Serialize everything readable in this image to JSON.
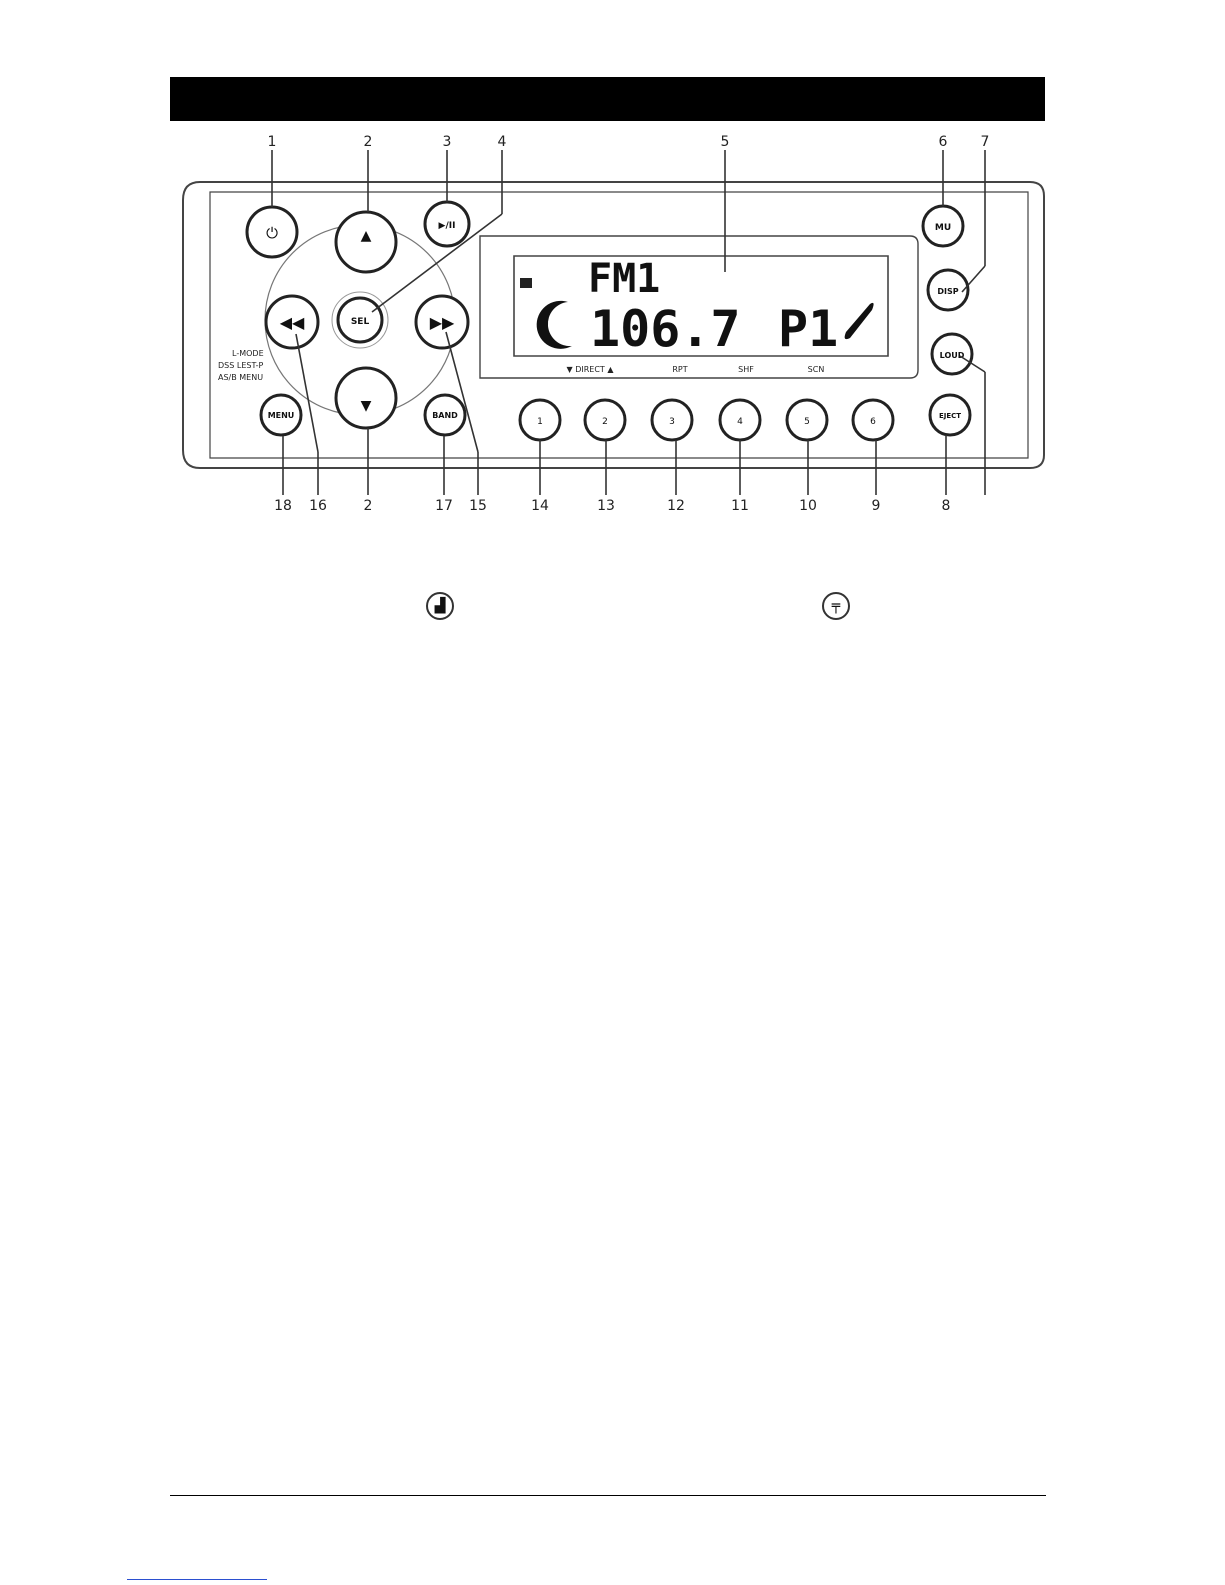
{
  "display": {
    "band": "FM1",
    "frequency": "106.7",
    "preset": "P1"
  },
  "callouts": {
    "top": [
      "1",
      "2",
      "3",
      "4",
      "5",
      "6",
      "7"
    ],
    "bottom": [
      "18",
      "16",
      "2",
      "17",
      "15",
      "14",
      "13",
      "12",
      "11",
      "10",
      "9",
      "8"
    ]
  },
  "buttons": {
    "power": "⏻",
    "up": "▲",
    "down": "▼",
    "play_pause": "▶/II",
    "center": "SEL",
    "prev": "◀◀",
    "next": "▶▶",
    "mute": "MU",
    "menu": "MENU",
    "band": "BAND",
    "disp": "DISP",
    "loud": "LOUD",
    "eject": "EJECT",
    "presets": [
      "1",
      "2",
      "3",
      "4",
      "5",
      "6"
    ]
  },
  "labels": {
    "under_display": [
      "▼ DIRECT ▲",
      "RPT",
      "SHF",
      "SCN"
    ],
    "left_side": [
      "L-MODE",
      "DSS LEST-P",
      "AS/B MENU"
    ]
  },
  "icons": {
    "icon_left": "tuner-icon",
    "icon_right": "antenna-icon"
  }
}
